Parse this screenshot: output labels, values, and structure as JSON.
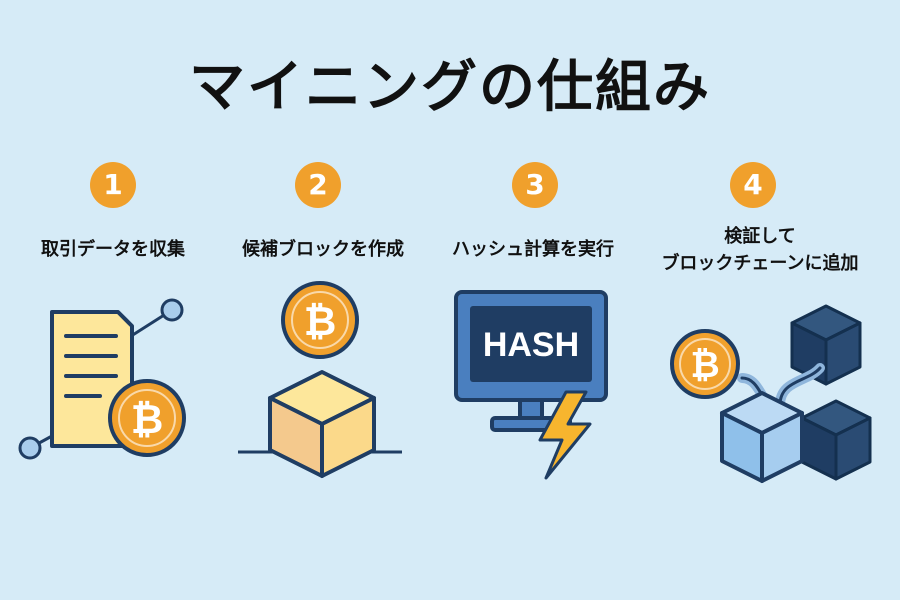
{
  "title": "マイニングの仕組み",
  "colors": {
    "background": "#d6ebf7",
    "accent_orange": "#f0a02c",
    "dark_navy": "#1f3d63",
    "document_fill": "#fde79b",
    "box_light": "#fbd98a",
    "monitor_blue": "#4a7fbf",
    "light_block": "#8fc0ea"
  },
  "steps": [
    {
      "number": "1",
      "label": "取引データを収集",
      "icon": "document-icon"
    },
    {
      "number": "2",
      "label": "候補ブロックを作成",
      "icon": "box-icon"
    },
    {
      "number": "3",
      "label": "ハッシュ計算を実行",
      "icon": "monitor-icon"
    },
    {
      "number": "4",
      "label_line1": "検証して",
      "label_line2": "ブロックチェーンに追加",
      "icon": "blockchain-icon"
    }
  ],
  "coin_symbol": "₿",
  "monitor_text": "HASH"
}
